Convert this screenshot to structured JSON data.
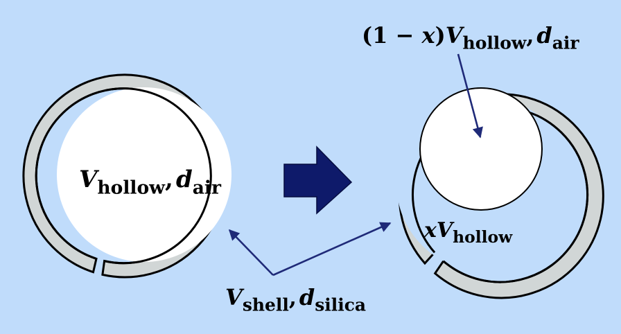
{
  "colors": {
    "background": "#c0dcfb",
    "shell_fill": "#d1d6d6",
    "outline": "#000000",
    "interior": "#ffffff",
    "arrow": "#0e1a6a",
    "pointer": "#1f2a78"
  },
  "icons": {
    "transform_arrow": "block-arrow-right",
    "pointer_arrows": "line-arrows"
  },
  "labels": {
    "left_interior": {
      "var": "V",
      "var_sub": "hollow",
      "sep": ",",
      "var2": "d",
      "var2_sub": "air"
    },
    "right_top": {
      "prefix": "(1 − ",
      "x": "x",
      "close": ")",
      "var": "V",
      "var_sub": "hollow",
      "sep": ",",
      "var2": "d",
      "var2_sub": "air"
    },
    "right_interior": {
      "x": "x",
      "var": "V",
      "var_sub": "hollow"
    },
    "shell": {
      "var": "V",
      "var_sub": "shell",
      "sep": ",",
      "var2": "d",
      "var2_sub": "silica"
    }
  }
}
